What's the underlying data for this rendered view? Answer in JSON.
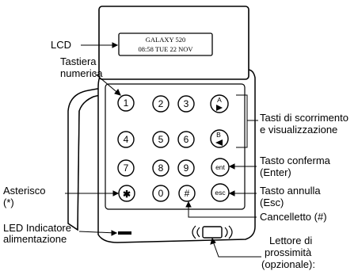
{
  "labels": {
    "lcd": "LCD",
    "keypad_line1": "Tastiera",
    "keypad_line2": "numerica",
    "scroll_line1": "Tasti di scorrimento",
    "scroll_line2": "e visualizzazione",
    "enter_line1": "Tasto conferma",
    "enter_line2": "(Enter)",
    "esc_line1": "Tasto annulla",
    "esc_line2": "(Esc)",
    "asterisk_line1": "Asterisco",
    "asterisk_line2": "(*)",
    "hash": "Cancelletto (#)",
    "led_line1": "LED Indicatore",
    "led_line2": "alimentazione",
    "prox_line1": "Lettore di",
    "prox_line2": "prossimità",
    "prox_line3": "(opzionale):"
  },
  "lcd_display": {
    "line1": "GALAXY 520",
    "line2": "08:58 TUE 22 NOV"
  },
  "keys": {
    "k1": "1",
    "k2": "2",
    "k3": "3",
    "kA": "A",
    "k4": "4",
    "k5": "5",
    "k6": "6",
    "kB": "B",
    "k7": "7",
    "k8": "8",
    "k9": "9",
    "ent": "ent",
    "star": "✱",
    "k0": "0",
    "hash": "#",
    "esc": "esc"
  }
}
